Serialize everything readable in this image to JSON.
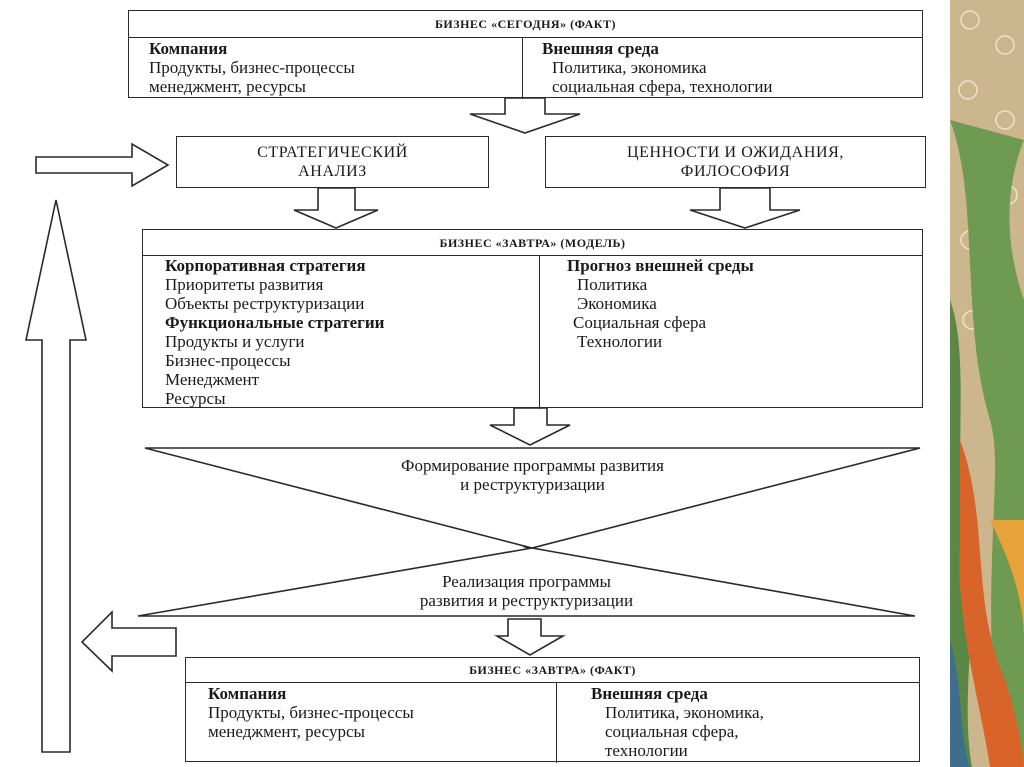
{
  "today_fact": {
    "title": "БИЗНЕС «СЕГОДНЯ» (ФАКТ)",
    "left_heading": "Компания",
    "left_lines": [
      "Продукты, бизнес-процессы",
      "менеджмент, ресурсы"
    ],
    "right_heading": "Внешняя среда",
    "right_lines": [
      "Политика, экономика",
      "социальная сфера, технологии"
    ]
  },
  "strategic_analysis": {
    "line1": "СТРАТЕГИЧЕСКИЙ",
    "line2": "АНАЛИЗ"
  },
  "values_philosophy": {
    "line1": "ЦЕННОСТИ И ОЖИДАНИЯ,",
    "line2": "ФИЛОСОФИЯ"
  },
  "tomorrow_model": {
    "title": "БИЗНЕС «ЗАВТРА» (МОДЕЛЬ)",
    "left_heading": "Корпоративная стратегия",
    "left_lines_a": [
      "Приоритеты развития",
      "Объекты реструктуризации"
    ],
    "left_heading2": "Функциональные стратегии",
    "left_lines_b": [
      "Продукты и услуги",
      "Бизнес-процессы",
      "Менеджмент",
      "Ресурсы"
    ],
    "right_heading": "Прогноз внешней среды",
    "right_lines": [
      "Политика",
      "Экономика",
      "Социальная сфера",
      "Технологии"
    ]
  },
  "program_formation": {
    "line1": "Формирование программы развития",
    "line2": "и реструктуризации"
  },
  "program_implementation": {
    "line1": "Реализация программы",
    "line2": "развития и реструктуризации"
  },
  "tomorrow_fact": {
    "title": "БИЗНЕС «ЗАВТРА» (ФАКТ)",
    "left_heading": "Компания",
    "left_lines": [
      "Продукты, бизнес-процессы",
      "менеджмент, ресурсы"
    ],
    "right_heading": "Внешняя среда",
    "right_lines": [
      "Политика, экономика,",
      "социальная сфера,",
      "технологии"
    ]
  },
  "colors": {
    "line": "#2a2a2a",
    "decor_beige": "#c9b48a",
    "decor_green": "#5f8a4a",
    "decor_orange": "#d9642a"
  }
}
